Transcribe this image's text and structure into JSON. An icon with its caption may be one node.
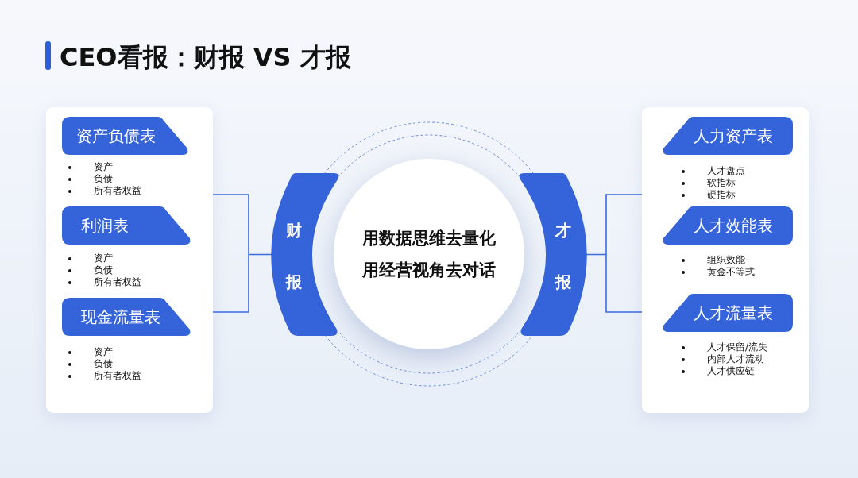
{
  "diagram": {
    "title": "CEO看报：财报 VS 才报",
    "nodes": [
      {
        "text": [],
        "shape": "box"
      },
      {
        "text": [
          "资产负债表"
        ],
        "in": 0,
        "beside": [
          "资产",
          "负债",
          "所有者权益"
        ]
      },
      {
        "text": [
          "利润表"
        ],
        "in": 0,
        "beside": [
          "资产",
          "负债",
          "所有者权益"
        ]
      },
      {
        "text": [
          "现金流量表"
        ],
        "in": 0,
        "beside": [
          "资产",
          "负债",
          "所有者权益"
        ]
      },
      {
        "text": [
          "财报"
        ]
      },
      {
        "text": [
          "用数据思维去量化",
          "用经营视角去对话"
        ]
      },
      {
        "text": [
          "才报"
        ]
      },
      {
        "text": [],
        "shape": "box"
      },
      {
        "text": [
          "人力资产表"
        ],
        "in": 7,
        "beside": [
          "人才盘点",
          "软指标",
          "硬指标"
        ]
      },
      {
        "text": [
          "人才效能表"
        ],
        "in": 7,
        "beside": [
          "组织效能",
          "黄金不等式"
        ]
      },
      {
        "text": [
          "人才流量表"
        ],
        "in": 7,
        "beside": [
          "人才保留/流失",
          "内部人才流动",
          "人才供应链"
        ]
      }
    ],
    "edges": [
      {
        "from": 0,
        "to": 4,
        "arrow": "none"
      },
      {
        "from": 6,
        "to": 7,
        "arrow": "none"
      }
    ]
  }
}
